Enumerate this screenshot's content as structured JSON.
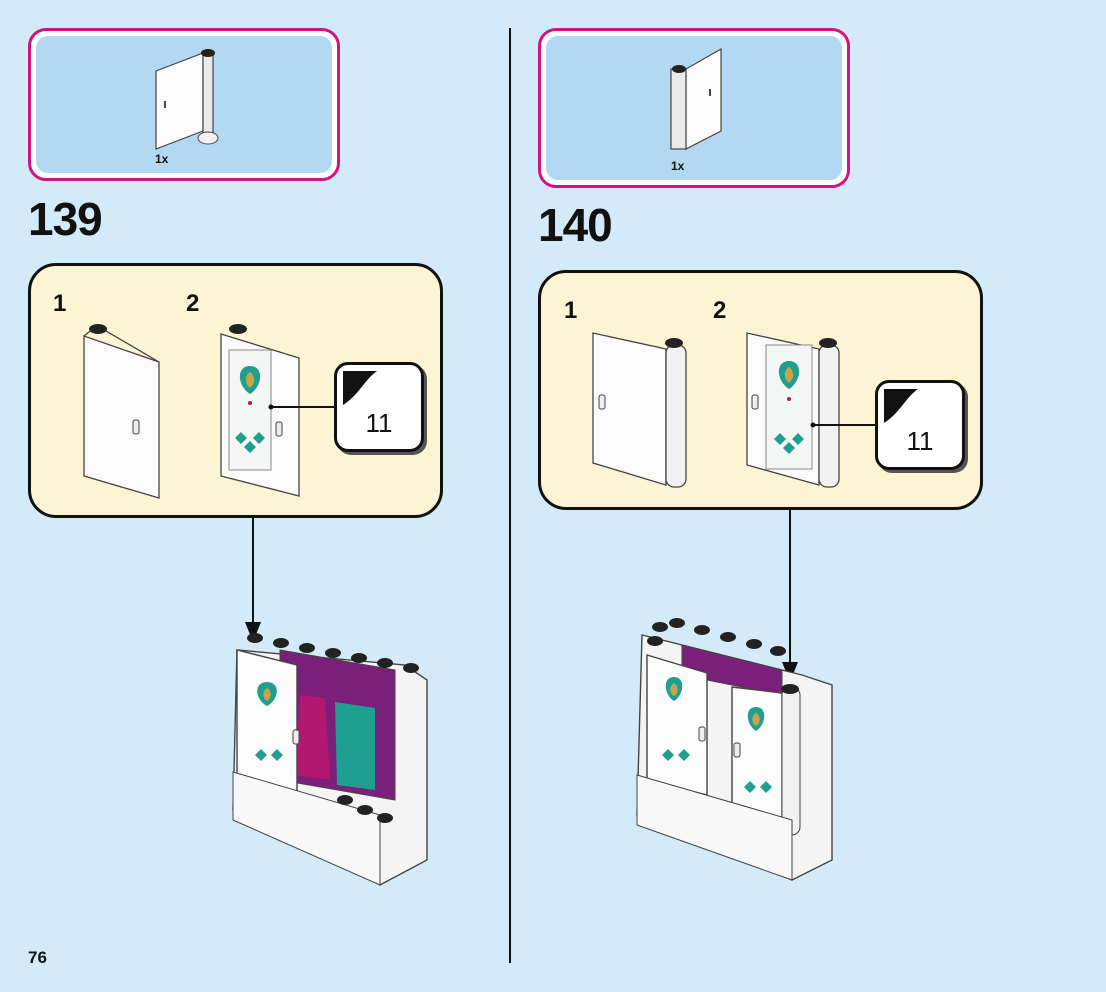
{
  "page": {
    "number": "76"
  },
  "steps": [
    {
      "number": "139",
      "parts": [
        {
          "qty": "1x",
          "icon": "white-door-panel"
        }
      ],
      "substeps": [
        {
          "label": "1"
        },
        {
          "label": "2"
        }
      ],
      "callout": {
        "sticker": "11"
      }
    },
    {
      "number": "140",
      "parts": [
        {
          "qty": "1x",
          "icon": "white-door-panel-mirrored"
        }
      ],
      "substeps": [
        {
          "label": "1"
        },
        {
          "label": "2"
        }
      ],
      "callout": {
        "sticker": "11"
      }
    }
  ],
  "colors": {
    "background": "#d3ebf8",
    "parts_border": "#d2157e",
    "parts_fill": "#b3d8f2",
    "substep_fill": "#fdf4d3",
    "sticker_teal": "#1f9f8f",
    "sticker_gold": "#c9a24a",
    "sticker_red": "#c4153c",
    "wardrobe_purple": "#7a1f7a",
    "wardrobe_magenta": "#b2186f"
  }
}
